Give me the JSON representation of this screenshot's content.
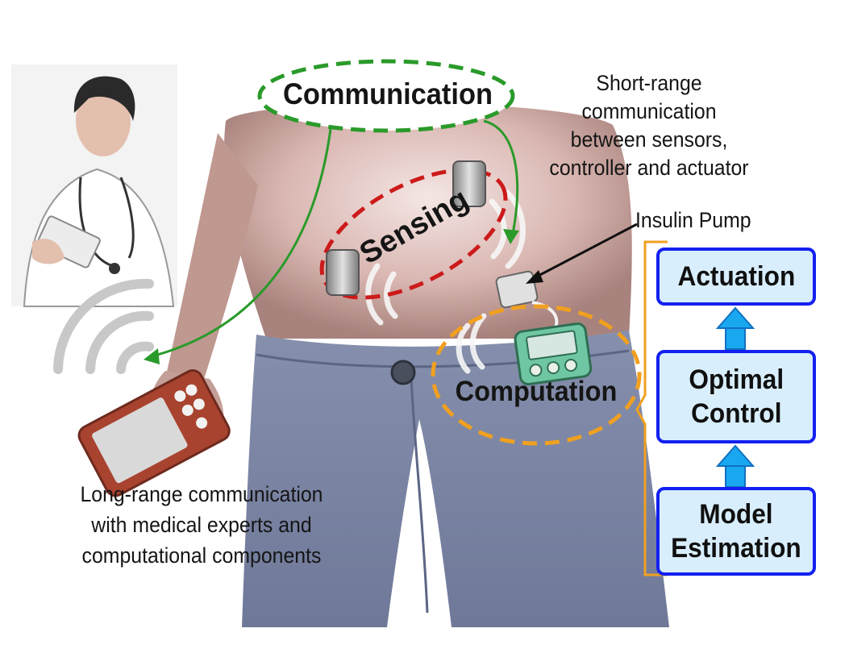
{
  "labels": {
    "communication": "Communication",
    "sensing": "Sensing",
    "computation": "Computation",
    "short_range": [
      "Short-range",
      "communication",
      "between sensors,",
      "controller and actuator"
    ],
    "insulin_pump": "Insulin Pump",
    "long_range": [
      "Long-range communication",
      "with medical experts and",
      "computational components"
    ]
  },
  "blocks": {
    "actuation": [
      "Actuation"
    ],
    "optimal_control": [
      "Optimal",
      "Control"
    ],
    "model_estimation": [
      "Model",
      "Estimation"
    ]
  },
  "colors": {
    "communication": "#2a9a2a",
    "sensing": "#cc1a1a",
    "computation": "#f0a020",
    "block_border": "#1320f0",
    "block_fill": "#d8eefc",
    "flow_arrow": "#19a8f0",
    "jeans": "#7b86a6",
    "skin": "#c9a29a"
  }
}
